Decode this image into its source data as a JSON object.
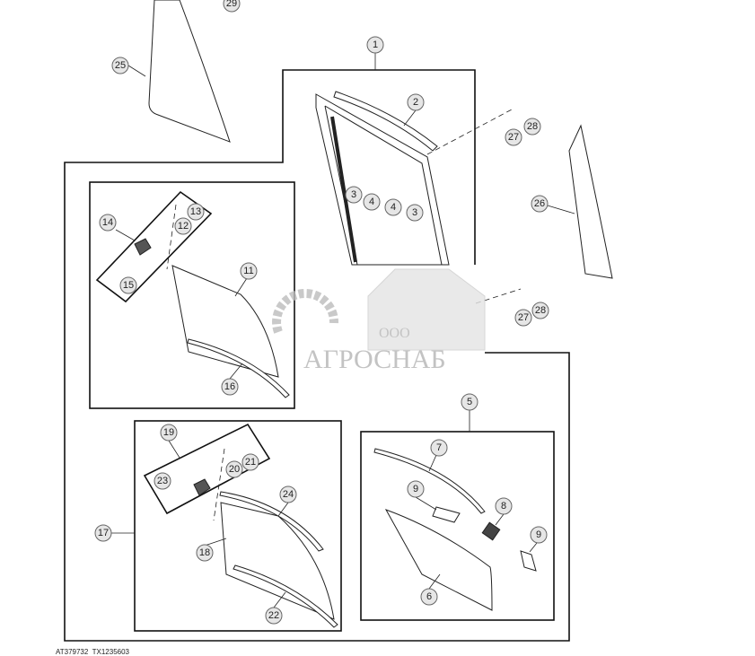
{
  "diagram": {
    "reference_code": "AT379732  TX1235603",
    "callouts": [
      "29",
      "25",
      "1",
      "2",
      "28",
      "27",
      "26",
      "3",
      "4",
      "4",
      "3",
      "14",
      "13",
      "12",
      "15",
      "11",
      "16",
      "27",
      "28",
      "5",
      "7",
      "9",
      "8",
      "9",
      "6",
      "19",
      "23",
      "20",
      "21",
      "24",
      "17",
      "18",
      "22"
    ],
    "watermark": {
      "prefix": "ООО",
      "name": "АГРОСНАБ"
    },
    "colors": {
      "line": "#222222",
      "callout_fill": "#e6e6e6",
      "watermark": "#b5b5b5"
    }
  }
}
